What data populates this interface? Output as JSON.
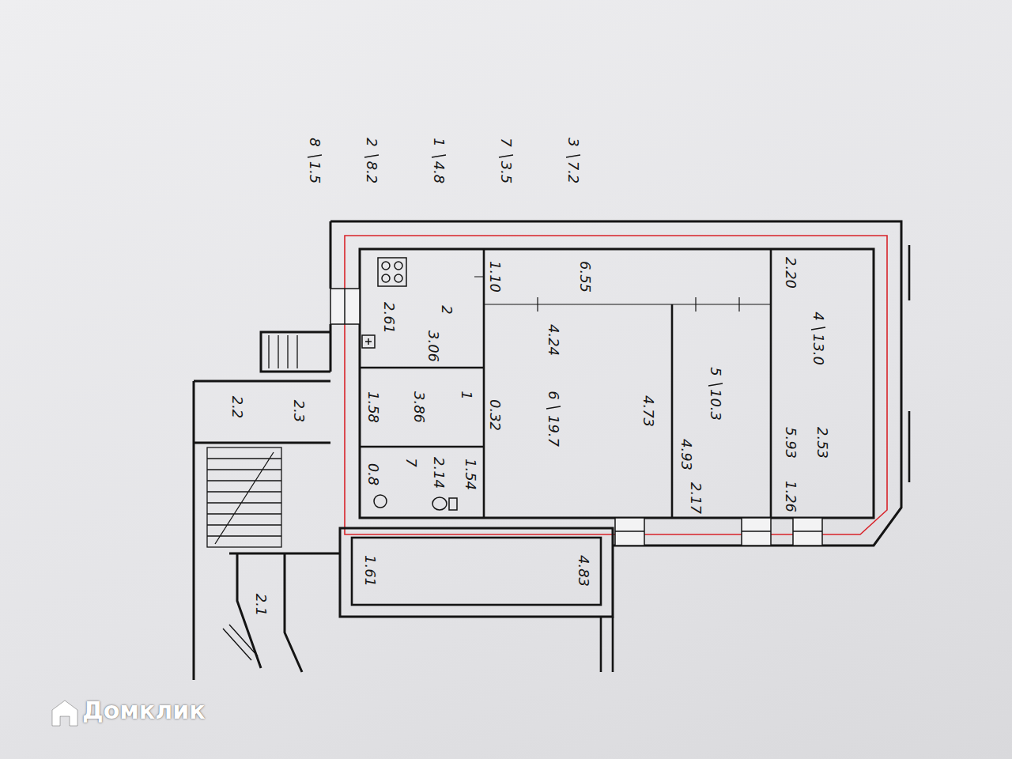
{
  "diagram": {
    "nodes": [
      {
        "text": [
          "2",
          "2.61",
          "3.06"
        ]
      },
      {
        "text": [
          "1",
          "3.86",
          "1.58"
        ]
      },
      {
        "text": [
          "7",
          "2.14",
          "1.54",
          "0.8"
        ]
      },
      {
        "text": [
          "6",
          "19.7",
          "4.24",
          "4.73"
        ]
      },
      {
        "text": [
          "5",
          "10.3",
          "4.93",
          "2.17"
        ]
      },
      {
        "text": [
          "4",
          "13.0",
          "5.93",
          "2.53",
          "1.26",
          "2.20"
        ]
      },
      {
        "text": [
          "1.61",
          "4.83"
        ]
      }
    ],
    "labels": [
      "8",
      "1.5",
      "2",
      "8.2",
      "1",
      "4.8",
      "7",
      "3.5",
      "3",
      "7.2",
      "1.10",
      "6.55",
      "0.32",
      "2.2",
      "2.3",
      "2.1",
      "Домклик"
    ]
  }
}
